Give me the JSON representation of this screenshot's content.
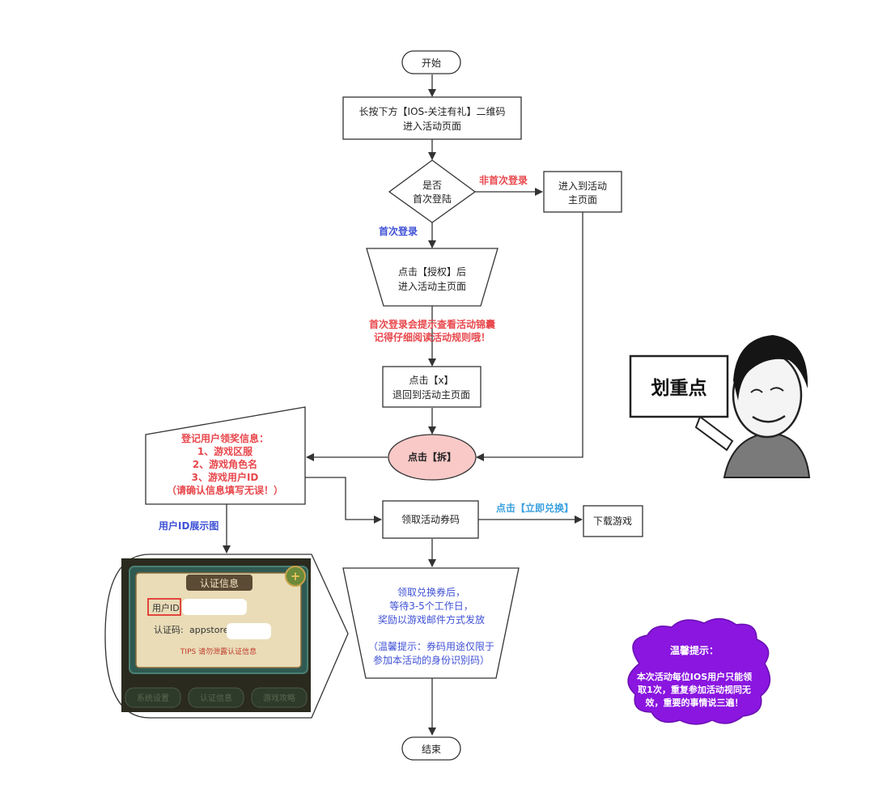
{
  "nodes": {
    "start": "开始",
    "step1_l1": "长按下方【IOS-关注有礼】二维码",
    "step1_l2": "进入活动页面",
    "decision_l1": "是否",
    "decision_l2": "首次登陆",
    "enter_main_l1": "进入到活动",
    "enter_main_l2": "主页面",
    "auth_l1": "点击【授权】后",
    "auth_l2": "进入活动主页面",
    "back_l1": "点击【x】",
    "back_l2": "退回到活动主页面",
    "open": "点击【拆】",
    "register_l1": "登记用户领奖信息：",
    "register_l2": "1、游戏区服",
    "register_l3": "2、游戏角色名",
    "register_l4": "3、游戏用户ID",
    "register_l5": "（请确认信息填写无误！）",
    "get_code": "领取活动券码",
    "download": "下载游戏",
    "redeem_l1": "领取兑换券后，",
    "redeem_l2": "等待3-5个工作日，",
    "redeem_l3": "奖励以游戏邮件方式发放",
    "redeem_l5": "（温馨提示：券码用途仅限于",
    "redeem_l6": "参加本活动的身份识别码）",
    "end": "结束"
  },
  "labels": {
    "not_first": "非首次登录",
    "first": "首次登录",
    "note_l1": "首次登录会提示查看活动锦囊",
    "note_l2": "记得仔细阅读活动规则哦！",
    "redeem_now": "点击【立即兑换】",
    "user_id_img": "用户ID展示图"
  },
  "screenshot": {
    "title": "认证信息",
    "field1": "用户ID",
    "field2": "认证码:",
    "field2_value": "appstore_",
    "tips": "TIPS 请勿泄露认证信息",
    "btn1": "系统设置",
    "btn2": "认证信息",
    "btn3": "游戏攻略"
  },
  "sign": "划重点",
  "cloud": {
    "title": "温馨提示：",
    "l1": "本次活动每位IOS用户只能领",
    "l2": "取1次，重复参加活动视同无",
    "l3": "效，重要的事情说三遍！"
  },
  "colors": {
    "red": "#e8474c",
    "blue": "#3f51d6",
    "light_blue": "#3aa0e0",
    "pink": "#f9c9c7",
    "purple": "#8a16e0"
  }
}
